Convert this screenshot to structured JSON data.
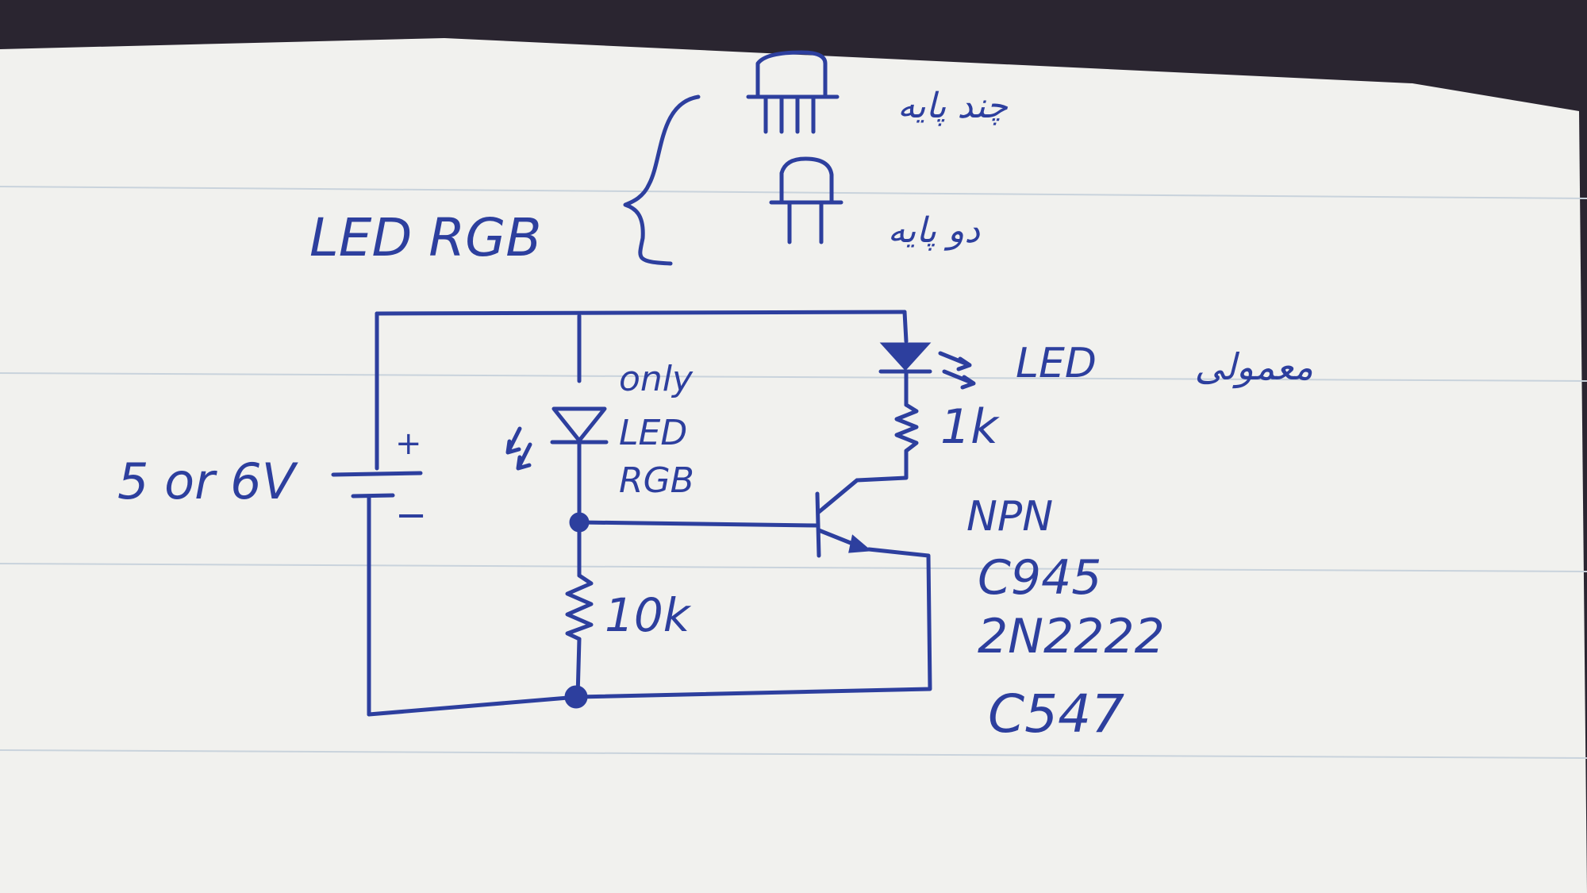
{
  "heading": "LED RGB",
  "variants": {
    "multi_pin": "چند پایه",
    "two_pin": "دو پایه"
  },
  "circuit": {
    "supply": "5 or 6V",
    "plus": "+",
    "minus": "−",
    "rgb_note": [
      "only",
      "LED",
      "RGB"
    ],
    "led_label": "LED",
    "led_note": "معمولی",
    "r_collector": "1k",
    "r_base": "10k",
    "transistor": [
      "NPN",
      "C945",
      "2N2222",
      "C547"
    ]
  },
  "colors": {
    "ink": "#2d3f9e",
    "paper": "#f1f1ee",
    "background": "#2a2530"
  }
}
